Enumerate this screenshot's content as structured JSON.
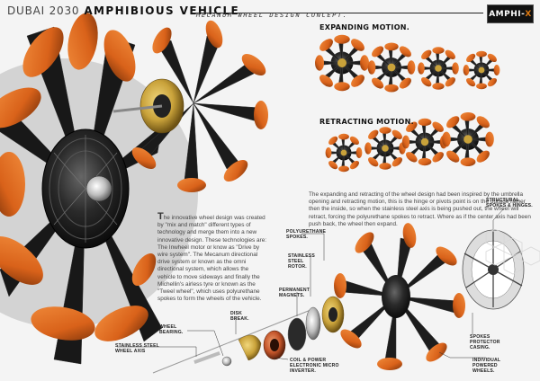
{
  "header": {
    "title_part1": "DUBAI 2030",
    "title_part2": "AMPHIBIOUS VEHICLE",
    "subtitle": "MECANUM WHEEL DESIGN CONCEPT.",
    "logo_text": "AMPHI",
    "logo_x": "X"
  },
  "sections": {
    "expanding": "EXPANDING MOTION.",
    "retracting": "RETRACTING MOTION."
  },
  "paragraphs": {
    "right": "The expanding and retracting of the wheel design had been inspired by the umbrella opening and retracting motion, this is the hinge or pivots point is on the outside rather then the inside, so when the stainless steel axis is being pushed out, the wheel will retract, forcing the polyurethane spokes to retract. Where as if the center axis had been push back, the wheel then expand.",
    "left_dropcap": "T",
    "left": "he innovative wheel design was created by \"mix and match\" different types of technology and merge them into a new innovative design. These technologies are: The Inwheel motor or know as \"Drive by wire system\". The Mecanum directional drive system or known as the omni directional system, which allows the vehicle to move sideways and finally the Michellin's airless tyre or known as the \"Tweel wheel\", which uses polyurethane spokes to form the wheels of the vehicle."
  },
  "callouts": {
    "polyurethane_spokes": "POLYURETHANE SPOKES.",
    "stainless_rotor": "STAINLESS STEEL ROTOR.",
    "permanent_magnets": "PERMANENT MAGNETS.",
    "disk_break": "DISK BREAK.",
    "wheel_bearing": "WHEEL BEARING.",
    "stainless_axis": "STAINLESS STEEL WHEEL AXIS",
    "coil_inverter": "COIL & POWER ELECTRONIC MICRO INVERTER.",
    "structural_spokes": "STRUCTURAL SPOKES & HINGES.",
    "spokes_protector": "SPOKES PROTECTOR CASING.",
    "individual_wheels": "INDIVIDUAL POWERED WHEELS."
  },
  "colors": {
    "tyre_orange": "#d9621a",
    "tyre_dark": "#8a3a0c",
    "hub_black": "#1a1a1a",
    "gold": "#c9a23a",
    "background": "#f4f4f4"
  }
}
